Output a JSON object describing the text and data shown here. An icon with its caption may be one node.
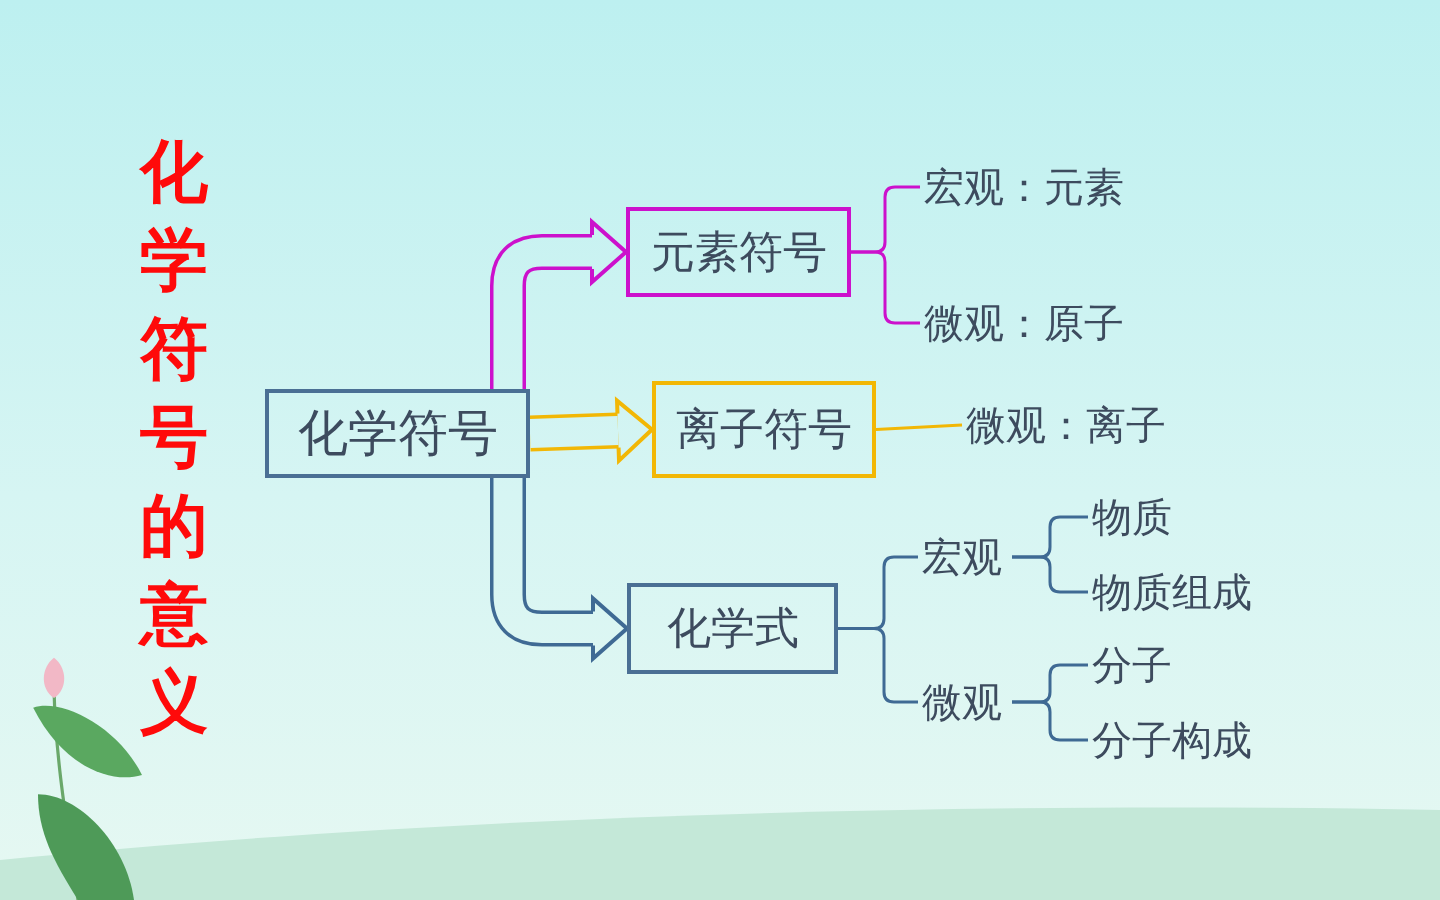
{
  "diagram": {
    "title": "化学符号的意义",
    "nodes": [
      {
        "text": [
          "化学符号"
        ]
      },
      {
        "text": [
          "元素符号"
        ]
      },
      {
        "text": [
          "离子符号"
        ]
      },
      {
        "text": [
          "化学式"
        ]
      },
      {
        "text": [
          "宏观：元素"
        ]
      },
      {
        "text": [
          "微观：原子"
        ]
      },
      {
        "text": [
          "微观：离子"
        ]
      },
      {
        "text": [
          "宏观"
        ]
      },
      {
        "text": [
          "微观"
        ]
      },
      {
        "text": [
          "物质"
        ]
      },
      {
        "text": [
          "物质组成"
        ]
      },
      {
        "text": [
          "分子"
        ]
      },
      {
        "text": [
          "分子构成"
        ]
      }
    ],
    "edges": [
      {
        "from": 0,
        "to": 1,
        "arrow": "to",
        "style": "thick",
        "color": "#cc11cc"
      },
      {
        "from": 0,
        "to": 2,
        "arrow": "to",
        "style": "thick",
        "color": "#f2b705"
      },
      {
        "from": 0,
        "to": 3,
        "arrow": "to",
        "style": "thick"
      },
      {
        "from": 1,
        "to": 4,
        "arrow": "none",
        "color": "#cc11cc"
      },
      {
        "from": 1,
        "to": 5,
        "arrow": "none",
        "color": "#cc11cc"
      },
      {
        "from": 2,
        "to": 6,
        "arrow": "none",
        "color": "#f2b705"
      },
      {
        "from": 3,
        "to": 7,
        "arrow": "none"
      },
      {
        "from": 3,
        "to": 8,
        "arrow": "none"
      },
      {
        "from": 7,
        "to": 9,
        "arrow": "none"
      },
      {
        "from": 7,
        "to": 10,
        "arrow": "none"
      },
      {
        "from": 8,
        "to": 11,
        "arrow": "none"
      },
      {
        "from": 8,
        "to": 12,
        "arrow": "none"
      }
    ]
  }
}
